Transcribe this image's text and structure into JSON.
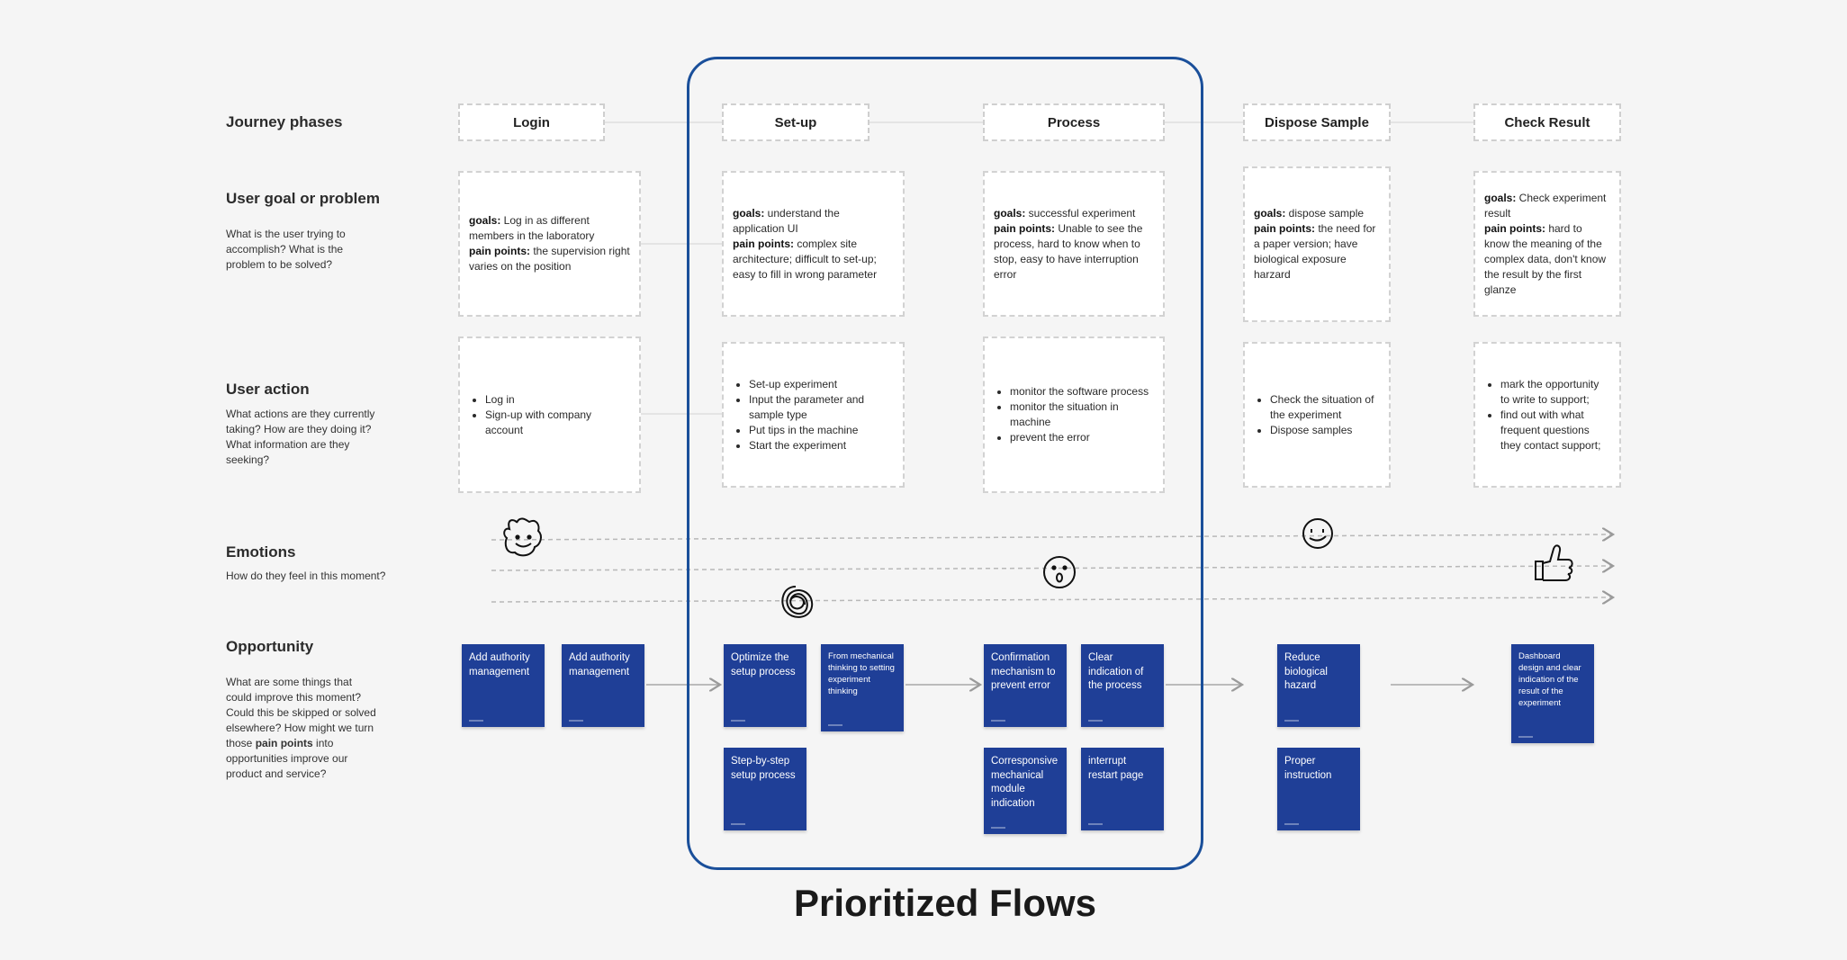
{
  "rows": {
    "journey": {
      "title": "Journey phases"
    },
    "goal": {
      "title": "User goal or problem",
      "desc": [
        "What is the user trying to",
        "accomplish? What is the",
        "problem to be solved?"
      ]
    },
    "action": {
      "title": "User action",
      "desc": [
        "What actions are they currently",
        "taking? How are they doing it?",
        "What information are they",
        "seeking?"
      ]
    },
    "emotions": {
      "title": "Emotions",
      "desc": "How do they feel in this moment?"
    },
    "opportunity": {
      "title": "Opportunity",
      "desc_lines": [
        "What are some things that",
        "could improve this moment?",
        "Could this be skipped or solved",
        "elsewhere? How might we turn"
      ],
      "desc_pre": "those ",
      "desc_bold": "pain points",
      "desc_post": " into",
      "desc_tail": [
        "opportunities improve our",
        "product and service?"
      ]
    }
  },
  "phases": [
    "Login",
    "Set-up",
    "Process",
    "Dispose Sample",
    "Check Result"
  ],
  "labels": {
    "goals": "goals:",
    "pain": "pain points:"
  },
  "goals": [
    {
      "goal": " Log in as different members in the laboratory",
      "pain": " the supervision right varies on the position"
    },
    {
      "goal": " understand the application UI",
      "pain": " complex site architecture; difficult to set-up; easy to fill in wrong parameter"
    },
    {
      "goal": " successful experiment",
      "pain": " Unable to see the process, hard to know when to stop, easy to have interruption error"
    },
    {
      "goal": " dispose sample",
      "pain": " the need for a paper version; have biological exposure harzard"
    },
    {
      "goal": " Check experiment result",
      "pain": " hard to know the meaning of the complex data, don't know the result by the first glanze"
    }
  ],
  "actions": [
    [
      "Log in",
      "Sign-up with company account"
    ],
    [
      "Set-up experiment",
      "Input the parameter and sample type",
      "Put tips in the machine",
      "Start the experiment"
    ],
    [
      "monitor the software process",
      "monitor the situation in machine",
      "prevent the error"
    ],
    [
      "Check the situation of the experiment",
      "Dispose samples"
    ],
    [
      "mark the opportunity to write to support;",
      "find out with what frequent questions they contact support;"
    ]
  ],
  "emotion_icons": [
    "smile-icon",
    "scribble-angry-icon",
    "surprised-icon",
    "content-smile-icon",
    "thumbs-up-icon"
  ],
  "stickies": [
    "Add authority management",
    "Add authority management",
    "Optimize the setup process",
    "From mechanical thinking to setting experiment thinking",
    "Step-by-step setup process",
    "Confirmation mechanism to prevent error",
    "Clear indication of the process",
    "Corresponsive mechanical module indication",
    "interrupt restart page",
    "Reduce biological hazard",
    "Proper instruction",
    "Dashboard design and clear indication of the result of the experiment"
  ],
  "frame_label": "Prioritized Flows",
  "colors": {
    "sticky": "#1f3f97",
    "frame": "#1a4f9a",
    "background": "#f5f5f5"
  }
}
